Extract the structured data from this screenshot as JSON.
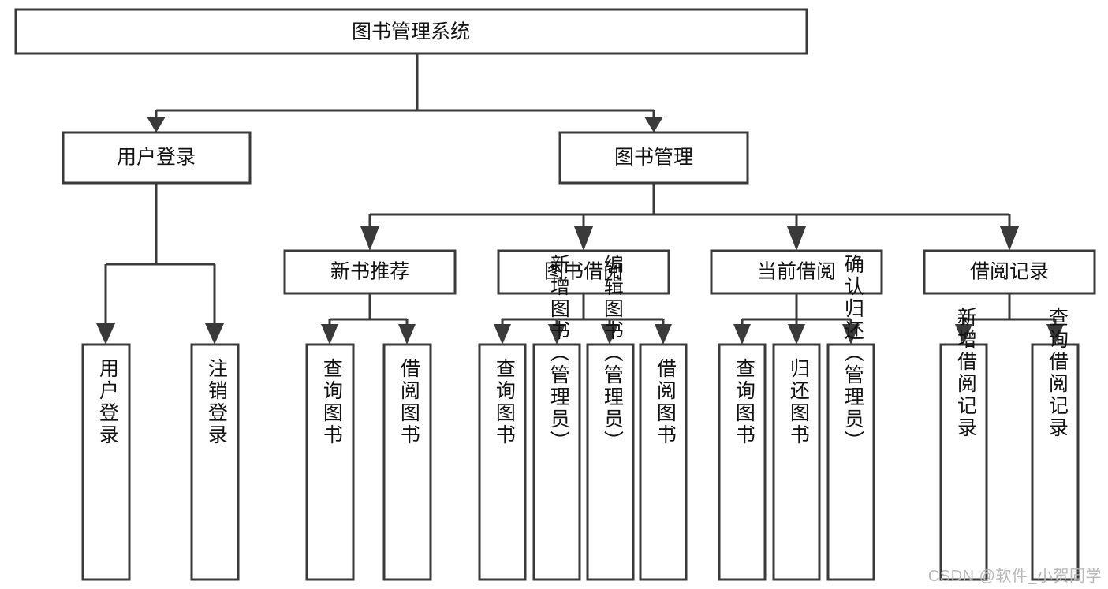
{
  "diagram": {
    "type": "tree-hierarchy",
    "title": "图书管理系统",
    "watermark": "CSDN @软件_小贺同学",
    "colors": {
      "stroke": "#3a3a3a",
      "fill": "#ffffff",
      "text": "#111111",
      "watermark": "#b8b8b8",
      "background": "#ffffff"
    },
    "nodes": {
      "root": {
        "label": "图书管理系统",
        "level": 0,
        "orientation": "horizontal"
      },
      "l1_user_login": {
        "label": "用户登录",
        "level": 1,
        "orientation": "horizontal"
      },
      "l1_book_mgmt": {
        "label": "图书管理",
        "level": 1,
        "orientation": "horizontal"
      },
      "l2_new_book_rec": {
        "label": "新书推荐",
        "level": 2,
        "orientation": "horizontal"
      },
      "l2_book_borrow": {
        "label": "图书借阅",
        "level": 2,
        "orientation": "horizontal"
      },
      "l2_current_borrow": {
        "label": "当前借阅",
        "level": 2,
        "orientation": "horizontal"
      },
      "l2_borrow_record": {
        "label": "借阅记录",
        "level": 2,
        "orientation": "horizontal"
      },
      "leaf_user_login": {
        "label": "用户登录",
        "level": 3,
        "orientation": "vertical"
      },
      "leaf_user_logout": {
        "label": "注销登录",
        "level": 3,
        "orientation": "vertical"
      },
      "leaf_rec_query": {
        "label": "查询图书",
        "level": 3,
        "orientation": "vertical"
      },
      "leaf_rec_borrow": {
        "label": "借阅图书",
        "level": 3,
        "orientation": "vertical"
      },
      "leaf_borrow_query": {
        "label": "查询图书",
        "level": 3,
        "orientation": "vertical"
      },
      "leaf_borrow_add": {
        "label": "新增图书（管理员）",
        "level": 3,
        "orientation": "vertical"
      },
      "leaf_borrow_edit": {
        "label": "编辑图书（管理员）",
        "level": 3,
        "orientation": "vertical"
      },
      "leaf_borrow_borrow": {
        "label": "借阅图书",
        "level": 3,
        "orientation": "vertical"
      },
      "leaf_cur_query": {
        "label": "查询图书",
        "level": 3,
        "orientation": "vertical"
      },
      "leaf_cur_return": {
        "label": "归还图书",
        "level": 3,
        "orientation": "vertical"
      },
      "leaf_cur_confirm": {
        "label": "确认归还（管理员）",
        "level": 3,
        "orientation": "vertical"
      },
      "leaf_rec_add": {
        "label": "新增借阅记录",
        "level": 3,
        "orientation": "vertical"
      },
      "leaf_rec_search": {
        "label": "查询借阅记录",
        "level": 3,
        "orientation": "vertical"
      }
    },
    "edges": [
      {
        "from": "root",
        "to": "l1_user_login"
      },
      {
        "from": "root",
        "to": "l1_book_mgmt"
      },
      {
        "from": "l1_user_login",
        "to": "leaf_user_login"
      },
      {
        "from": "l1_user_login",
        "to": "leaf_user_logout"
      },
      {
        "from": "l1_book_mgmt",
        "to": "l2_new_book_rec"
      },
      {
        "from": "l1_book_mgmt",
        "to": "l2_book_borrow"
      },
      {
        "from": "l1_book_mgmt",
        "to": "l2_current_borrow"
      },
      {
        "from": "l1_book_mgmt",
        "to": "l2_borrow_record"
      },
      {
        "from": "l2_new_book_rec",
        "to": "leaf_rec_query"
      },
      {
        "from": "l2_new_book_rec",
        "to": "leaf_rec_borrow"
      },
      {
        "from": "l2_book_borrow",
        "to": "leaf_borrow_query"
      },
      {
        "from": "l2_book_borrow",
        "to": "leaf_borrow_add"
      },
      {
        "from": "l2_book_borrow",
        "to": "leaf_borrow_edit"
      },
      {
        "from": "l2_book_borrow",
        "to": "leaf_borrow_borrow"
      },
      {
        "from": "l2_current_borrow",
        "to": "leaf_cur_query"
      },
      {
        "from": "l2_current_borrow",
        "to": "leaf_cur_return"
      },
      {
        "from": "l2_current_borrow",
        "to": "leaf_cur_confirm"
      },
      {
        "from": "l2_borrow_record",
        "to": "leaf_rec_add"
      },
      {
        "from": "l2_borrow_record",
        "to": "leaf_rec_search"
      }
    ]
  }
}
